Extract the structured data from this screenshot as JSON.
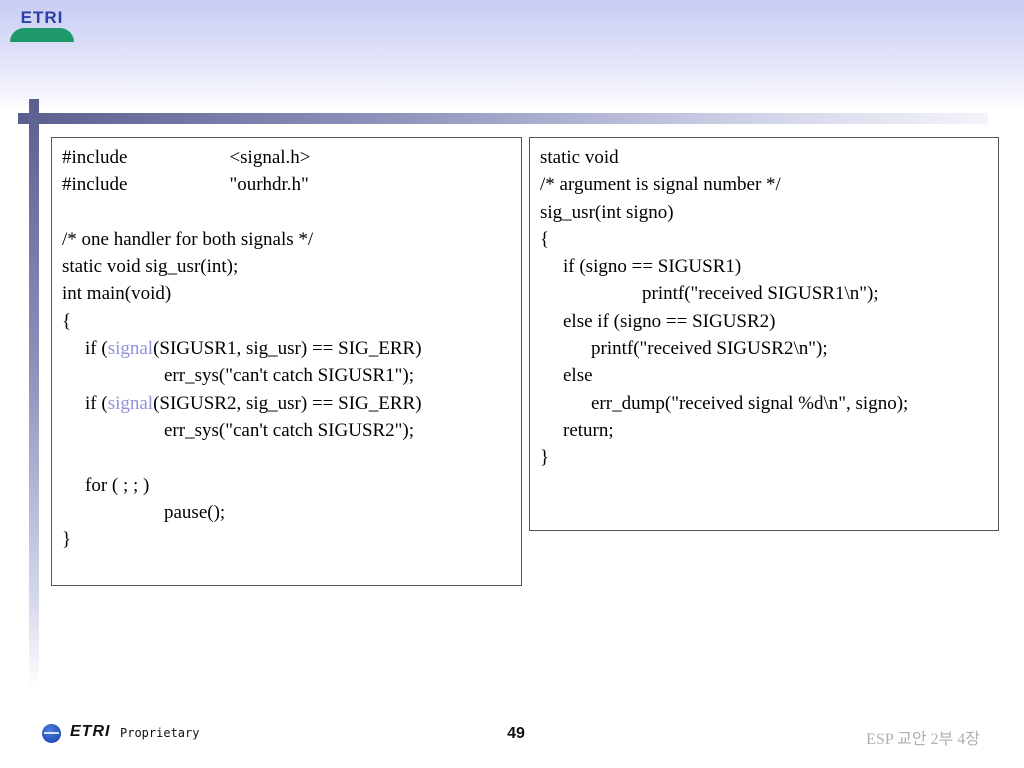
{
  "header": {
    "logo_text": "ETRI"
  },
  "left_code": {
    "lines": [
      [
        {
          "t": "#include"
        },
        {
          "tab": 102
        },
        {
          "t": "<signal.h>"
        }
      ],
      [
        {
          "t": "#include"
        },
        {
          "tab": 102
        },
        {
          "t": "\"ourhdr.h\""
        }
      ],
      [],
      [
        {
          "t": "/* one handler for both signals */"
        }
      ],
      [
        {
          "t": "static void sig_usr(int);"
        }
      ],
      [
        {
          "t": "int main(void)"
        }
      ],
      [
        {
          "t": "{"
        }
      ],
      [
        {
          "tab": 23
        },
        {
          "t": "if ("
        },
        {
          "t": "signal",
          "kw": true
        },
        {
          "t": "(SIGUSR1, sig_usr) == SIG_ERR)"
        }
      ],
      [
        {
          "tab": 102
        },
        {
          "t": "err_sys(\"can't catch SIGUSR1\");"
        }
      ],
      [
        {
          "tab": 23
        },
        {
          "t": "if ("
        },
        {
          "t": "signal",
          "kw": true
        },
        {
          "t": "(SIGUSR2, sig_usr) == SIG_ERR)"
        }
      ],
      [
        {
          "tab": 102
        },
        {
          "t": "err_sys(\"can't catch SIGUSR2\");"
        }
      ],
      [],
      [
        {
          "tab": 23
        },
        {
          "t": "for ( ; ; )"
        }
      ],
      [
        {
          "tab": 102
        },
        {
          "t": "pause();"
        }
      ],
      [
        {
          "t": "}"
        }
      ]
    ]
  },
  "right_code": {
    "lines": [
      [
        {
          "t": "static void"
        }
      ],
      [
        {
          "t": "/* argument is signal number */"
        }
      ],
      [
        {
          "t": "sig_usr(int signo)"
        }
      ],
      [
        {
          "t": "{"
        }
      ],
      [
        {
          "tab": 23
        },
        {
          "t": "if (signo == SIGUSR1)"
        }
      ],
      [
        {
          "tab": 102
        },
        {
          "t": "printf(\"received SIGUSR1\\n\");"
        }
      ],
      [
        {
          "tab": 23
        },
        {
          "t": "else if (signo == SIGUSR2)"
        }
      ],
      [
        {
          "tab": 51
        },
        {
          "t": "printf(\"received SIGUSR2\\n\");"
        }
      ],
      [
        {
          "tab": 23
        },
        {
          "t": "else"
        }
      ],
      [
        {
          "tab": 51
        },
        {
          "t": "err_dump(\"received signal %d\\n\", signo);"
        }
      ],
      [
        {
          "tab": 23
        },
        {
          "t": "return;"
        }
      ],
      [
        {
          "t": "}"
        }
      ]
    ]
  },
  "footer": {
    "brand": "ETRI",
    "label": "Proprietary",
    "page_number": "49",
    "course": "ESP 교안 2부 4장"
  }
}
